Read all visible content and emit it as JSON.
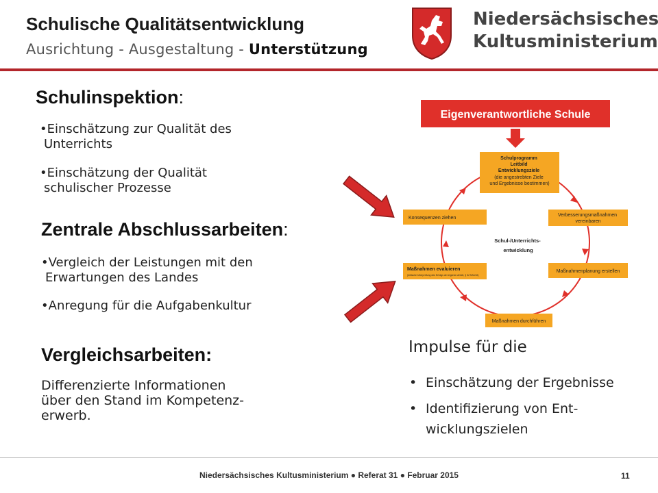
{
  "header": {
    "title": "Schulische Qualitätsentwicklung",
    "subtitle_main": "Ausrichtung - Ausgestaltung - ",
    "subtitle_last": "Unterstützung",
    "logo_line1": "Niedersächsisches",
    "logo_line2": "Kultusministerium",
    "colors": {
      "accent": "#b3262b",
      "logo_red": "#d42a2a"
    }
  },
  "sections": {
    "schulinspektion": {
      "heading": "Schulinspektion",
      "colon": ":",
      "bullets": [
        {
          "dot": "•",
          "l1": "Einschätzung zur Qualität des",
          "l2": "Unterrichts"
        },
        {
          "dot": "•",
          "l1": "Einschätzung der Qualität",
          "l2": "schulischer Prozesse"
        }
      ]
    },
    "abschluss": {
      "heading": "Zentrale Abschlussarbeiten",
      "colon": ":",
      "bullets": [
        {
          "dot": "•",
          "l1": "Vergleich der Leistungen mit den",
          "l2": "Erwartungen des Landes"
        },
        {
          "dot": "•",
          "l1": "Anregung für die Aufgabenkultur"
        }
      ]
    },
    "vergleich": {
      "heading": "Vergleichsarbeiten:",
      "lines": [
        "Differenzierte Informationen",
        "über den Stand im Kompetenz-",
        "erwerb."
      ]
    }
  },
  "diagram": {
    "top_banner": "Eigenverantwortliche Schule",
    "center": [
      "Schul-/Unterrichts-",
      "entwicklung"
    ],
    "box_top": [
      "Schulprogramm",
      "Leitbild",
      "Entwicklungsziele",
      "(die angestrebten Ziele",
      "und Ergebnisse bestimmen)"
    ],
    "box_right_top": [
      "Verbesserungsmaßnahmen",
      "vereinbaren"
    ],
    "box_right_bottom": "Maßnahmenplanung erstellen",
    "box_bottom": "Maßnahmen durchführen",
    "box_left_bottom": [
      "Maßnahmen evaluieren",
      "(kritische Überprüfung des Erfolgs der eigenen Arbeit, § 32 NSchG)"
    ],
    "box_left_top": "Konsequenzen ziehen",
    "colors": {
      "orange": "#f5a623",
      "red": "#e0302a"
    }
  },
  "impulse": {
    "title": "Impulse für die",
    "items": [
      {
        "dot": "•",
        "l1": "Einschätzung der Ergebnisse"
      },
      {
        "dot": "•",
        "l1": "Identifizierung von Ent-",
        "l2": "wicklungszielen"
      }
    ]
  },
  "footer": {
    "text": "Niedersächsisches  Kultusministerium  ● Referat  31  ● Februar  2015",
    "page": "11"
  }
}
